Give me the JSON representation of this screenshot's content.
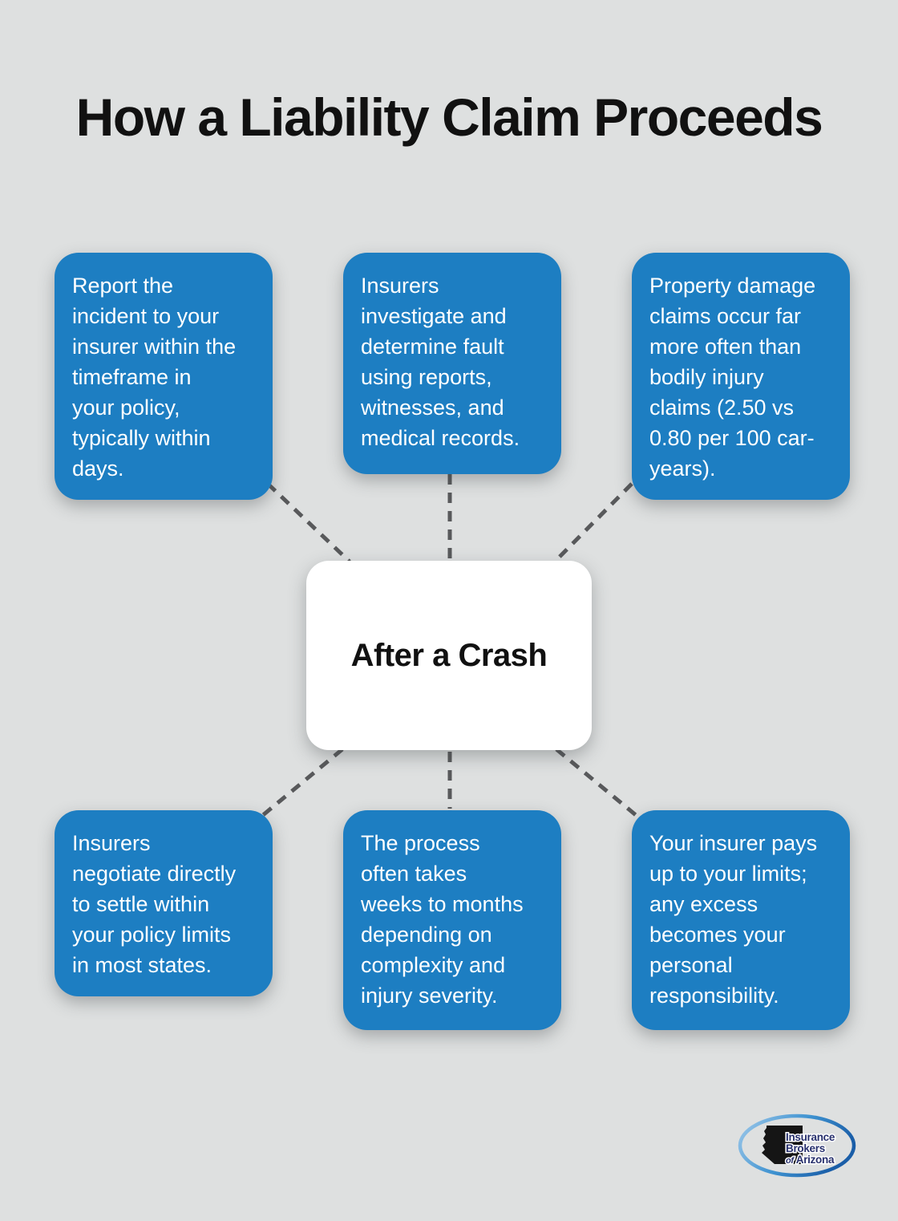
{
  "title": "How a Liability Claim Proceeds",
  "center_label": "After a Crash",
  "nodes": [
    {
      "name": "report-incident",
      "text": "Report the\nincident to your\ninsurer within the\ntimeframe in\nyour policy,\ntypically within\ndays."
    },
    {
      "name": "investigation",
      "text": "Insurers\ninvestigate and\ndetermine fault\nusing reports,\nwitnesses, and\nmedical records."
    },
    {
      "name": "claim-frequency",
      "text": "Property damage\nclaims occur far\nmore often than\nbodily injury\nclaims (2.50 vs\n0.80 per 100 car-\nyears)."
    },
    {
      "name": "negotiation",
      "text": "Insurers\nnegotiate directly\nto settle within\nyour policy limits\nin most states."
    },
    {
      "name": "timeline",
      "text": "The process\noften takes\nweeks to months\ndepending on\ncomplexity and\ninjury severity."
    },
    {
      "name": "policy-limits",
      "text": "Your insurer pays\nup to your limits;\nany excess\nbecomes your\npersonal\nresponsibility."
    }
  ],
  "logo": {
    "line1": "Insurance",
    "line2": "Brokers",
    "line3_of": "of",
    "line3_rest": " Arizona"
  },
  "colors": {
    "background": "#dee0e0",
    "node_blue": "#1d7ec2",
    "connector_gray": "#58595b",
    "text_dark": "#111111",
    "node_text": "#ffffff",
    "logo_navy": "#28316e",
    "logo_blue_light": "#9fc9ea",
    "logo_blue_dark": "#1a5ea8"
  }
}
